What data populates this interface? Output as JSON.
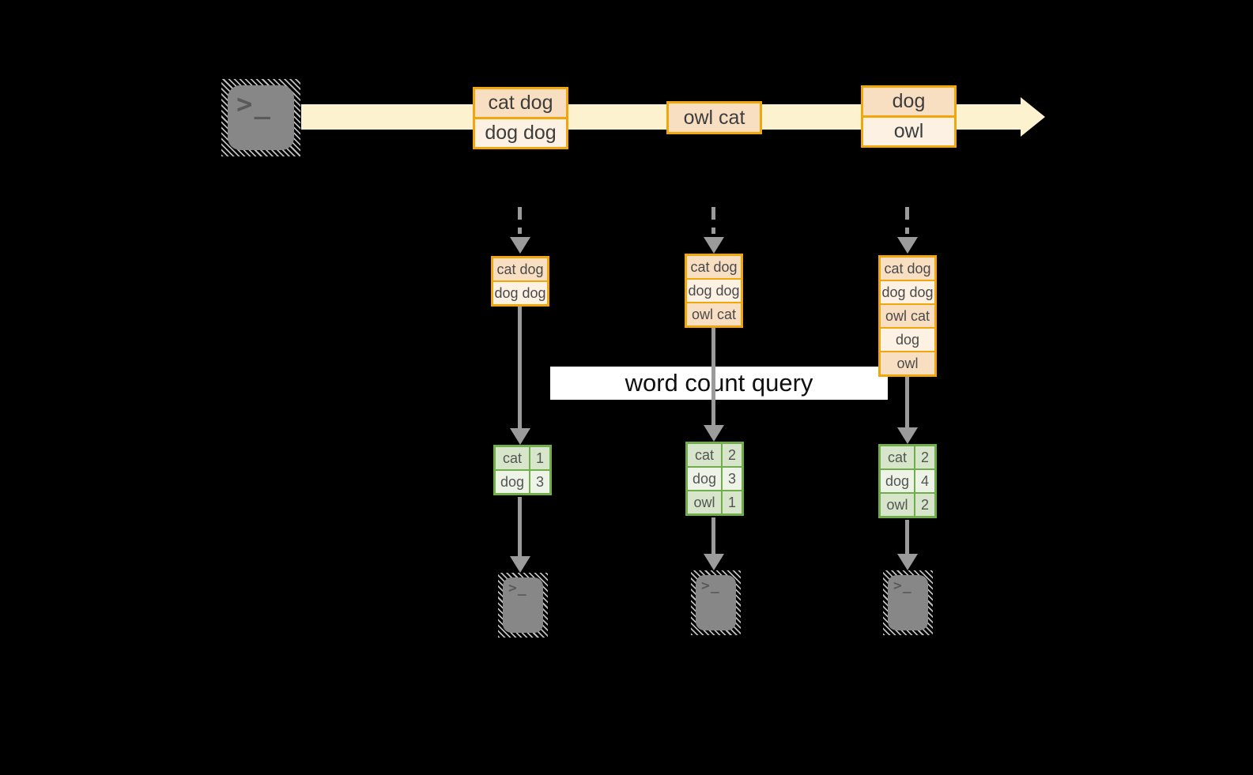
{
  "query_label": "word count query",
  "icons": {
    "terminal_glyph": ">_"
  },
  "colors": {
    "background": "#000000",
    "stream_band": "#fcf2cf",
    "event_border": "#f1a70b",
    "event_fill_dark": "#f9dfc2",
    "event_fill_light": "#fdf1e3",
    "table_border": "#72ad4c",
    "table_fill_dark": "#d7e6cb",
    "table_fill_light": "#edf4e7",
    "connector_gray": "#9b9b9b",
    "terminal_gray": "#878787"
  },
  "stream": {
    "events": [
      {
        "lines": [
          "cat dog",
          "dog dog"
        ]
      },
      {
        "lines": [
          "owl cat"
        ]
      },
      {
        "lines": [
          "dog",
          "owl"
        ]
      }
    ]
  },
  "snapshots": [
    {
      "buffer": [
        "cat dog",
        "dog dog"
      ],
      "counts": [
        {
          "word": "cat",
          "count": "1"
        },
        {
          "word": "dog",
          "count": "3"
        }
      ]
    },
    {
      "buffer": [
        "cat dog",
        "dog dog",
        "owl cat"
      ],
      "counts": [
        {
          "word": "cat",
          "count": "2"
        },
        {
          "word": "dog",
          "count": "3"
        },
        {
          "word": "owl",
          "count": "1"
        }
      ]
    },
    {
      "buffer": [
        "cat dog",
        "dog dog",
        "owl cat",
        "dog",
        "owl"
      ],
      "counts": [
        {
          "word": "cat",
          "count": "2"
        },
        {
          "word": "dog",
          "count": "4"
        },
        {
          "word": "owl",
          "count": "2"
        }
      ]
    }
  ]
}
